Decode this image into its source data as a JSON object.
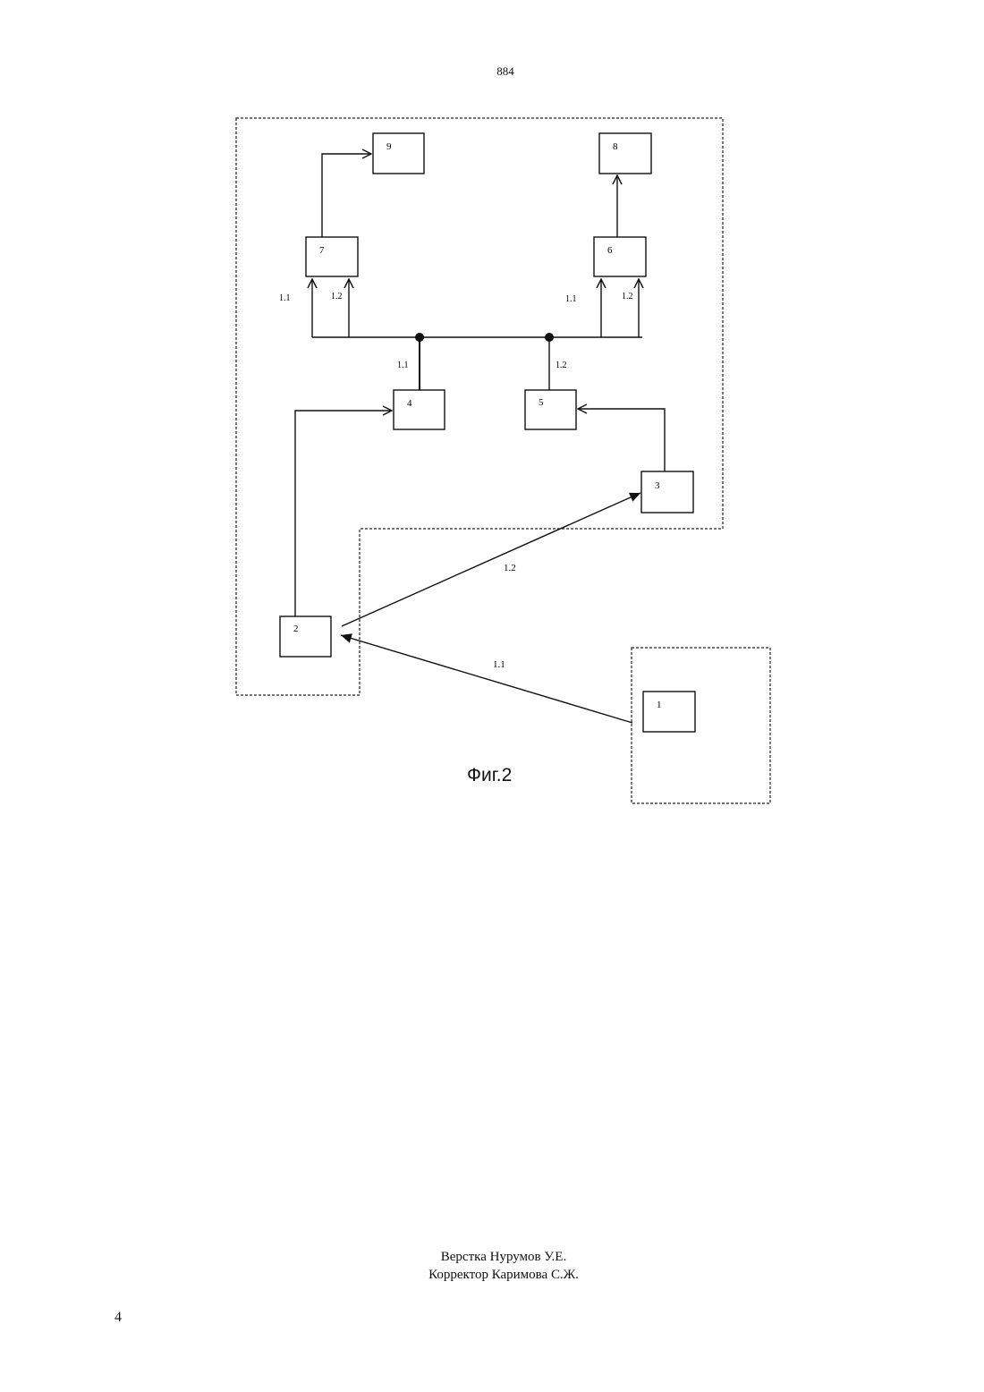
{
  "header": {
    "doc_number": "884"
  },
  "diagram": {
    "blocks": [
      {
        "id": "1",
        "label": "1"
      },
      {
        "id": "2",
        "label": "2"
      },
      {
        "id": "3",
        "label": "3"
      },
      {
        "id": "4",
        "label": "4"
      },
      {
        "id": "5",
        "label": "5"
      },
      {
        "id": "6",
        "label": "6"
      },
      {
        "id": "7",
        "label": "7"
      },
      {
        "id": "8",
        "label": "8"
      },
      {
        "id": "9",
        "label": "9"
      }
    ],
    "signal_labels": {
      "to_block_2": "1.1",
      "to_block_3": "1.2",
      "from_block_4": "1.1",
      "from_block_5": "1.2",
      "to_block_7_left": "1.1",
      "to_block_7_right": "1.2",
      "to_block_6_left": "1.1",
      "to_block_6_right": "1.2"
    },
    "caption": "Фиг.2"
  },
  "footer": {
    "layout_credit": "Верстка Нурумов У.Е.",
    "proofreader_credit": "Корректор Каримова С.Ж.",
    "page_number": "4"
  }
}
